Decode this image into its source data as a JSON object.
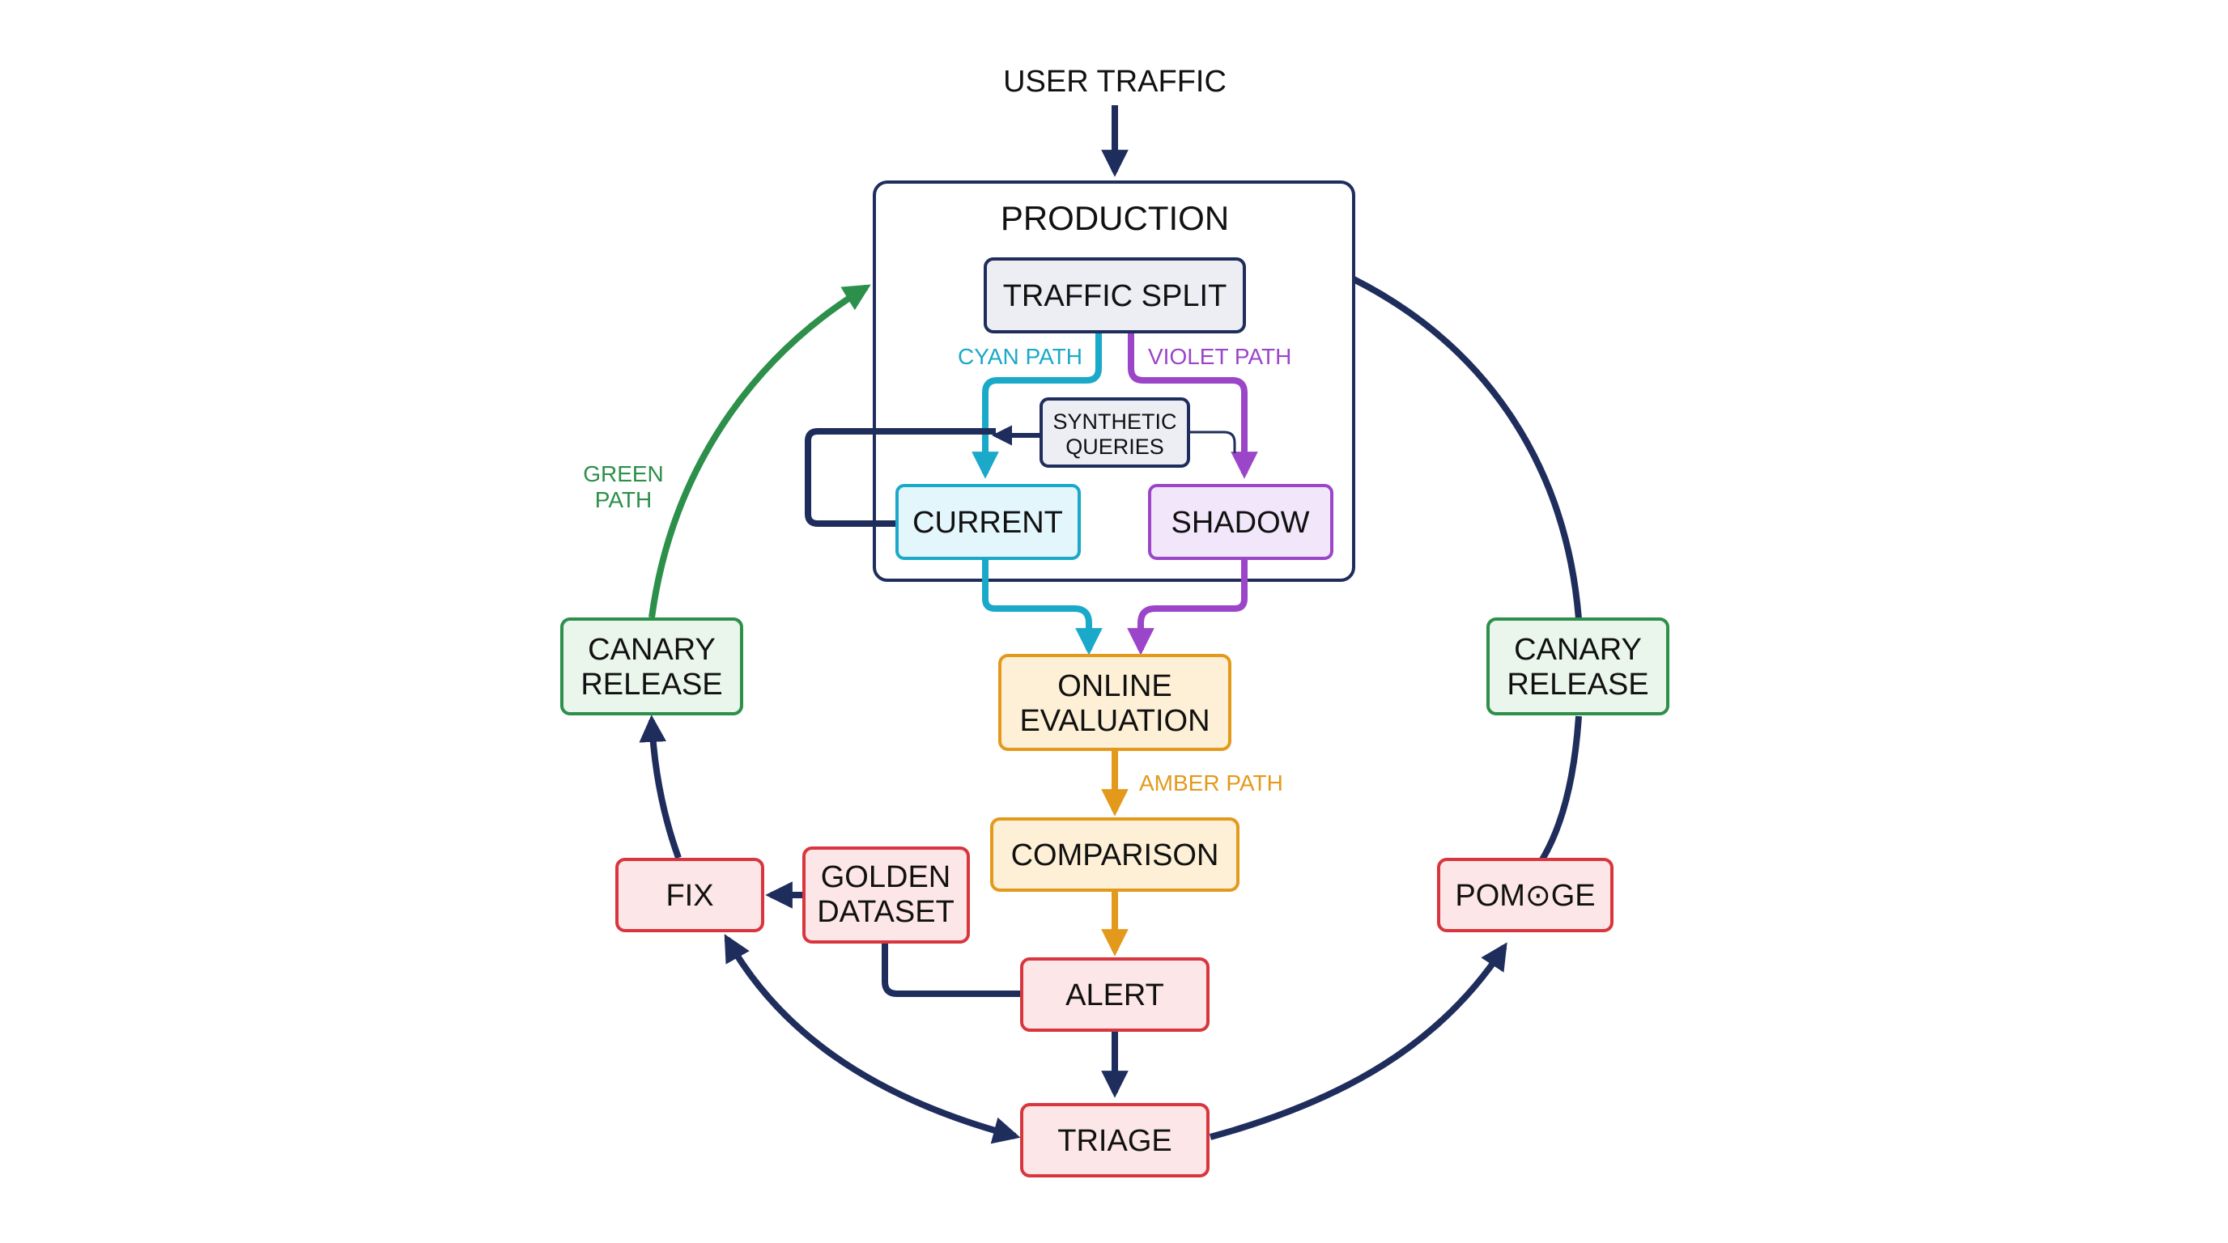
{
  "title": "USER TRAFFIC",
  "nodes": {
    "production": "PRODUCTION",
    "traffic_split": "TRAFFIC SPLIT",
    "synthetic_queries": [
      "SYNTHETIC",
      "QUERIES"
    ],
    "current": "CURRENT",
    "shadow": "SHADOW",
    "online_evaluation": [
      "ONLINE",
      "EVALUATION"
    ],
    "comparison": "COMPARISON",
    "alert": "ALERT",
    "triage": "TRIAGE",
    "golden_dataset": [
      "GOLDEN",
      "DATASET"
    ],
    "fix": "FIX",
    "canary_release_left": [
      "CANARY",
      "RELEASE"
    ],
    "canary_release_right": [
      "CANARY",
      "RELEASE"
    ],
    "right_lower_box": "POM⊙GE"
  },
  "path_labels": {
    "cyan": "CYAN PATH",
    "violet": "VIOLET PATH",
    "amber": "AMBER PATH",
    "green": [
      "GREEN",
      "PATH"
    ]
  },
  "colors": {
    "navy": "#1f2d5c",
    "cyan": "#1aa9c9",
    "violet": "#9b45c9",
    "amber": "#e39a1c",
    "green": "#2c8f4a",
    "red": "#d8363e",
    "cyan_fill": "#e3f6fb",
    "violet_fill": "#f1e6fa",
    "amber_fill": "#fdf0d6",
    "red_fill": "#fde6e7",
    "green_fill": "#eaf5ec",
    "gray_fill": "#eceef4"
  }
}
